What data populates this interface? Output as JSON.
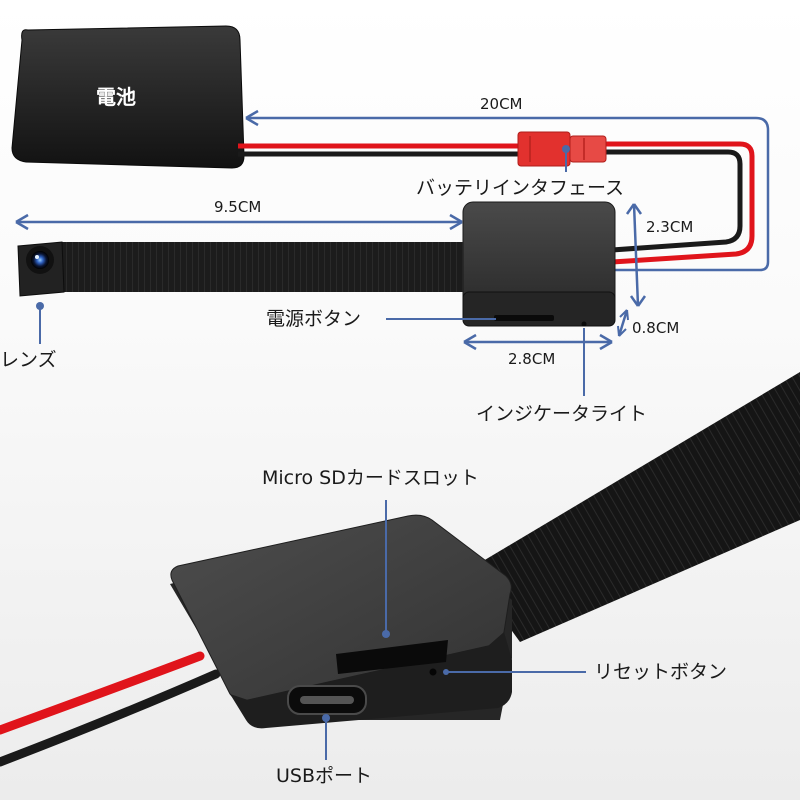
{
  "battery": {
    "label": "電池"
  },
  "dimensions": {
    "cable_length": "20CM",
    "lens_cable_length": "9.5CM",
    "module_height": "2.3CM",
    "module_thickness": "0.8CM",
    "module_width": "2.8CM"
  },
  "callouts": {
    "battery_interface": "バッテリインタフェース",
    "power_button": "電源ボタン",
    "lens": "レンズ",
    "indicator_light": "インジケータライト",
    "sd_slot": "Micro SDカードスロット",
    "reset_button": "リセットボタン",
    "usb_port": "USBポート"
  },
  "colors": {
    "callout_blue": "#4a6aa8",
    "wire_red": "#e0141b",
    "device_black": "#1b1b1b",
    "connector_red": "#e2312e"
  }
}
